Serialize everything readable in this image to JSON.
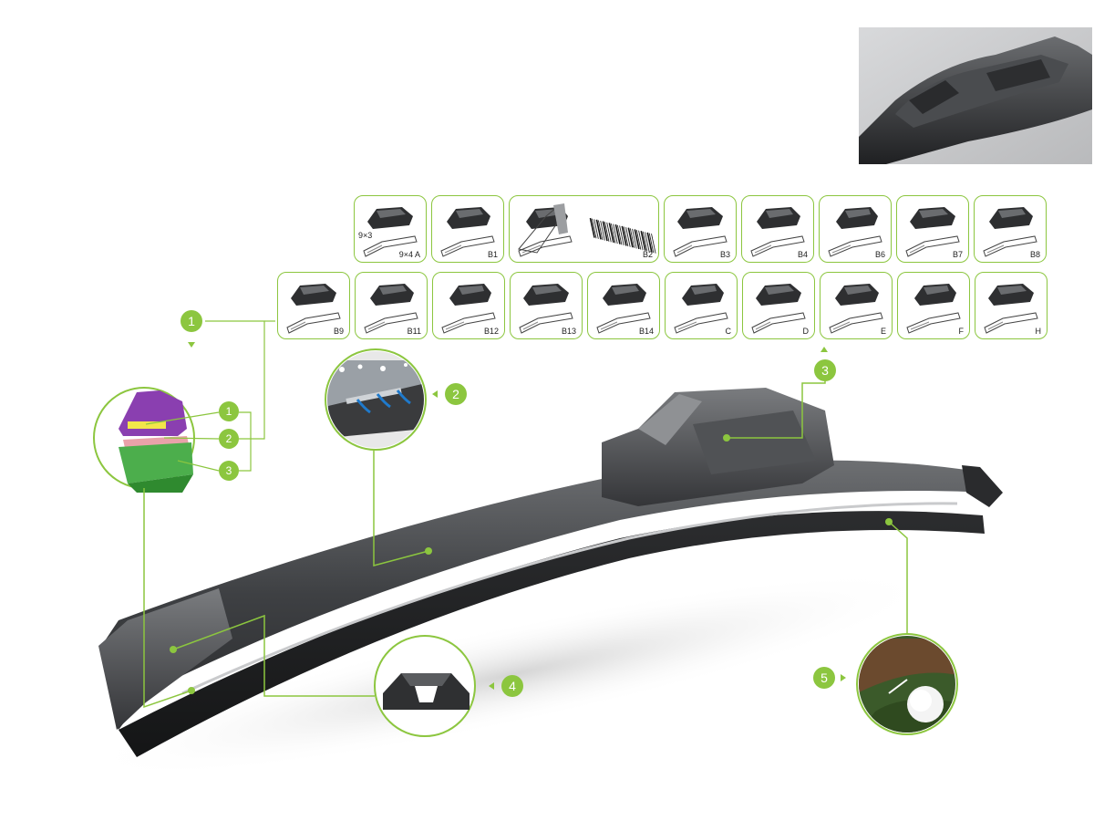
{
  "adapters": {
    "row1": [
      {
        "id": "a",
        "label": "9×4  A",
        "sub": "9×3"
      },
      {
        "id": "b1",
        "label": "B1"
      },
      {
        "id": "b2",
        "label": "B2",
        "wide": true
      },
      {
        "id": "b3",
        "label": "B3"
      },
      {
        "id": "b4",
        "label": "B4"
      },
      {
        "id": "b6",
        "label": "B6"
      },
      {
        "id": "b7",
        "label": "B7"
      },
      {
        "id": "b8",
        "label": "B8"
      }
    ],
    "row2": [
      {
        "id": "b9",
        "label": "B9"
      },
      {
        "id": "b11",
        "label": "B11"
      },
      {
        "id": "b12",
        "label": "B12"
      },
      {
        "id": "b13",
        "label": "B13"
      },
      {
        "id": "b14",
        "label": "B14"
      },
      {
        "id": "c",
        "label": "C"
      },
      {
        "id": "d",
        "label": "D"
      },
      {
        "id": "e",
        "label": "E"
      },
      {
        "id": "f",
        "label": "F"
      },
      {
        "id": "h",
        "label": "H"
      }
    ]
  },
  "callouts": {
    "c1": "1",
    "c2": "2",
    "c3": "3",
    "c4": "4",
    "c5": "5",
    "layer1": "1",
    "layer2": "2",
    "layer3": "3"
  },
  "colors": {
    "accent": "#8cc63f",
    "blade": "#3d3f41",
    "purple": "#8a3fb0"
  },
  "icons": [
    "wiper-blade-icon",
    "adapter-icon",
    "water-droplet-icon",
    "rubber-profile-icon",
    "leaf-drop-icon"
  ]
}
